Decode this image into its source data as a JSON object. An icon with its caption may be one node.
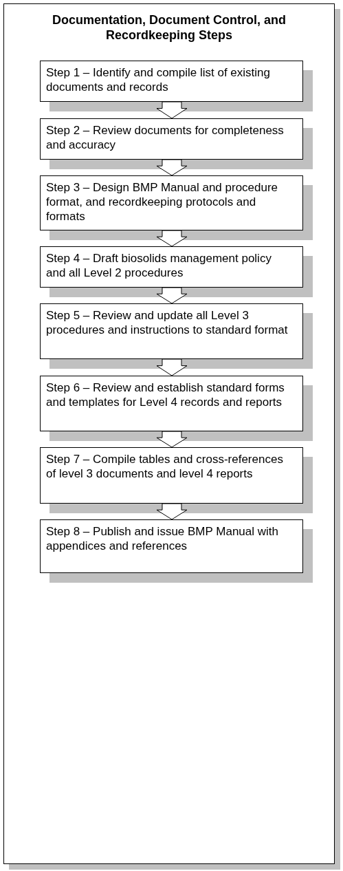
{
  "diagram": {
    "nodes": [
      {
        "text": [
          "Documentation, Document Control, and Recordkeeping Steps"
        ]
      },
      {
        "text": [
          "Step 1 – Identify and compile list of existing documents and records"
        ],
        "in": 0
      },
      {
        "text": [
          "Step 2 – Review documents for completeness and accuracy"
        ],
        "in": 0
      },
      {
        "text": [
          "Step 3 – Design BMP Manual and procedure format, and recordkeeping protocols and formats"
        ],
        "in": 0
      },
      {
        "text": [
          "Step 4 – Draft biosolids management policy and all Level 2 procedures"
        ],
        "in": 0
      },
      {
        "text": [
          "Step 5 – Review and update all Level 3 procedures and instructions to standard format"
        ],
        "in": 0
      },
      {
        "text": [
          "Step 6 – Review and establish standard forms and templates for Level 4 records and reports"
        ],
        "in": 0
      },
      {
        "text": [
          "Step 7 – Compile tables and cross-references of level 3 documents and level 4 reports"
        ],
        "in": 0
      },
      {
        "text": [
          "Step 8 – Publish and issue BMP Manual with appendices and references"
        ],
        "in": 0
      }
    ],
    "edges": [
      {
        "from": 1,
        "to": 2,
        "arrow": "to"
      },
      {
        "from": 2,
        "to": 3,
        "arrow": "to"
      },
      {
        "from": 3,
        "to": 4,
        "arrow": "to"
      },
      {
        "from": 4,
        "to": 5,
        "arrow": "to"
      },
      {
        "from": 5,
        "to": 6,
        "arrow": "to"
      },
      {
        "from": 6,
        "to": 7,
        "arrow": "to"
      },
      {
        "from": 7,
        "to": 8,
        "arrow": "to"
      }
    ]
  }
}
